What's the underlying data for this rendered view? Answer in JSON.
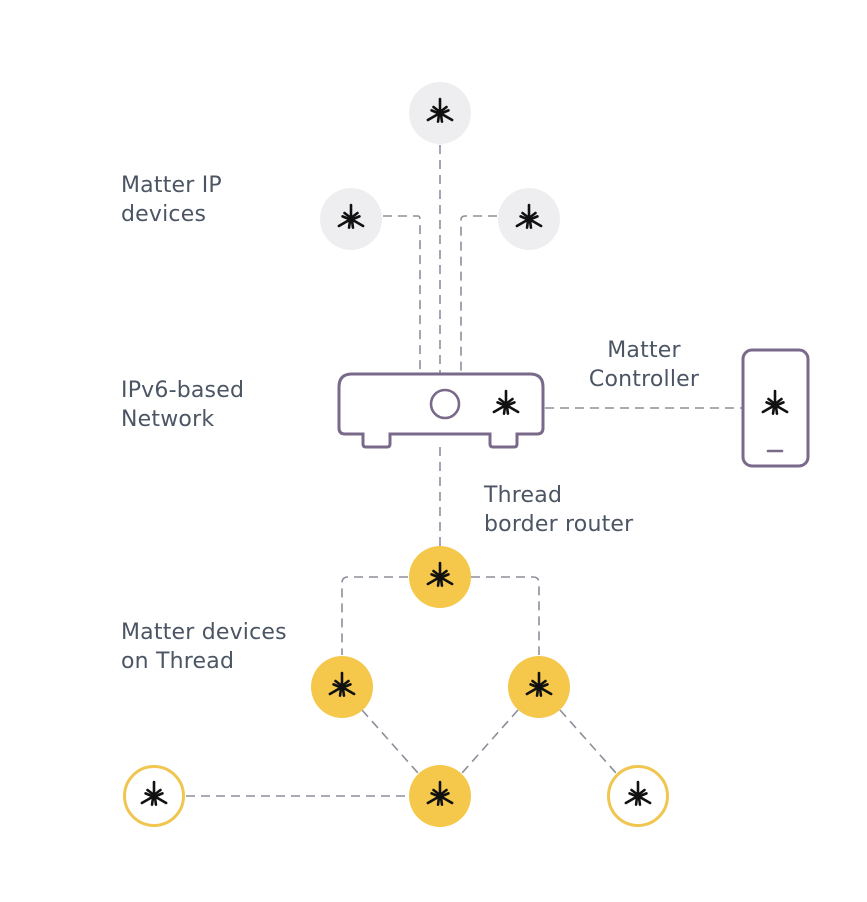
{
  "labels": {
    "ip_devices": [
      "Matter IP",
      "devices"
    ],
    "ipv6_network": [
      "IPv6-based",
      "Network"
    ],
    "controller": [
      "Matter",
      "Controller"
    ],
    "border_router": [
      "Thread",
      "border router"
    ],
    "thread_devices": [
      "Matter devices",
      "on Thread"
    ]
  },
  "nodes": [
    {
      "id": "ip-device-top",
      "kind": "ip",
      "icon": "matter-logo-icon"
    },
    {
      "id": "ip-device-left",
      "kind": "ip",
      "icon": "matter-logo-icon"
    },
    {
      "id": "ip-device-right",
      "kind": "ip",
      "icon": "matter-logo-icon"
    },
    {
      "id": "router",
      "kind": "border-router",
      "icon": "matter-logo-icon"
    },
    {
      "id": "controller-phone",
      "kind": "controller",
      "icon": "matter-logo-icon"
    },
    {
      "id": "thread-device-top",
      "kind": "thread",
      "icon": "matter-logo-icon"
    },
    {
      "id": "thread-device-mid-left",
      "kind": "thread",
      "icon": "matter-logo-icon"
    },
    {
      "id": "thread-device-mid-right",
      "kind": "thread",
      "icon": "matter-logo-icon"
    },
    {
      "id": "thread-device-bottom",
      "kind": "thread",
      "icon": "matter-logo-icon"
    },
    {
      "id": "thread-end-device-left",
      "kind": "thread-end",
      "icon": "matter-logo-icon"
    },
    {
      "id": "thread-end-device-right",
      "kind": "thread-end",
      "icon": "matter-logo-icon"
    }
  ],
  "colors": {
    "ip_device_fill": "#eeeef0",
    "thread_fill": "#f5c84c",
    "thread_end_stroke": "#f0c550",
    "device_outline": "#7a6a8a",
    "link": "#8c8f99",
    "text": "#4b5563",
    "icon": "#111111"
  }
}
